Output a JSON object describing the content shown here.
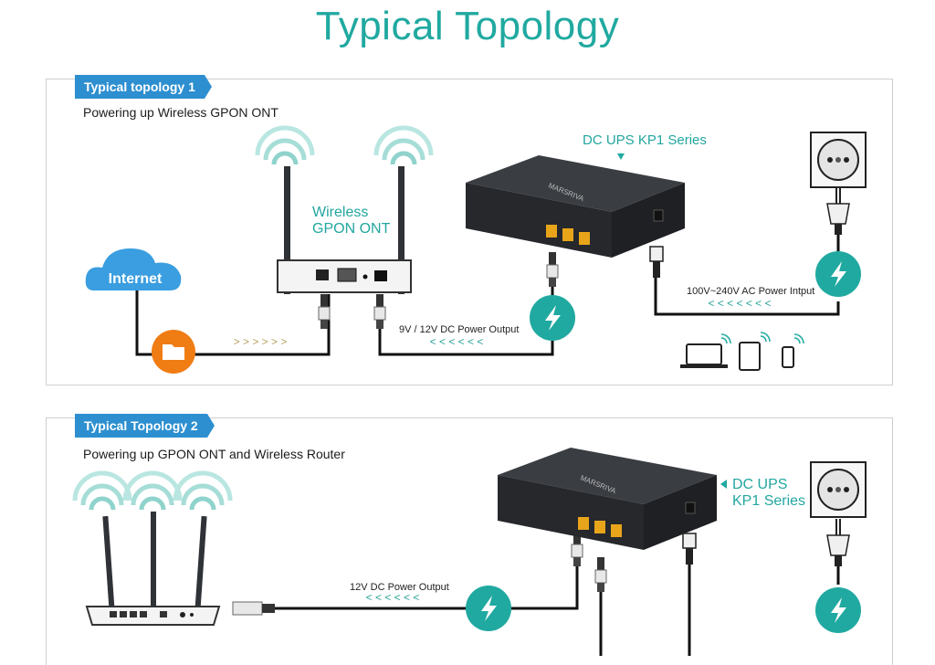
{
  "title": "Typical Topology",
  "topology1": {
    "tag": "Typical topology 1",
    "subtitle": "Powering up Wireless GPON ONT",
    "device_label_line1": "Wireless",
    "device_label_line2": "GPON ONT",
    "ups_label": "DC UPS KP1 Series",
    "cloud_label": "Internet",
    "dc_output_label": "9V / 12V DC Power Output",
    "ac_input_label": "100V~240V AC Power Intput",
    "brand": "MARSRIVA"
  },
  "topology2": {
    "tag": "Typical Topology 2",
    "subtitle": "Powering up GPON ONT and Wireless Router",
    "ups_label_line1": "DC UPS",
    "ups_label_line2": "KP1 Series",
    "dc_output_label": "12V DC Power Output",
    "brand": "MARSRIVA"
  },
  "colors": {
    "teal": "#20a9a0",
    "tag_blue": "#2d8fd0",
    "cloud_blue": "#3a9ee0",
    "folder_orange": "#f07c14",
    "device_dark": "#2f3236",
    "port_yellow": "#e8a51a"
  }
}
